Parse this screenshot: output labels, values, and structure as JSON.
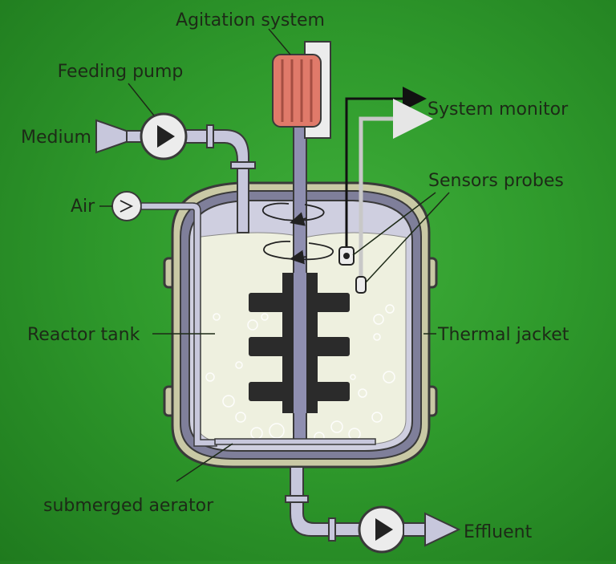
{
  "labels": {
    "agitation": "Agitation system",
    "feeding_pump": "Feeding pump",
    "medium": "Medium",
    "system_monitor": "System monitor",
    "sensors": "Sensors probes",
    "air": "Air",
    "reactor_tank": "Reactor tank",
    "thermal_jacket": "Thermal jacket",
    "aerator": "submerged aerator",
    "effluent": "Effluent"
  },
  "colors": {
    "background": "#2f9a2c",
    "jacket": "#7f7f9a",
    "outline": "#3a3a3a",
    "liquid": "#eef0df",
    "pipe": "#c7c7dc",
    "motor": "#e07a6a",
    "impeller": "#2b2b2b",
    "label": "#1d2a17"
  }
}
